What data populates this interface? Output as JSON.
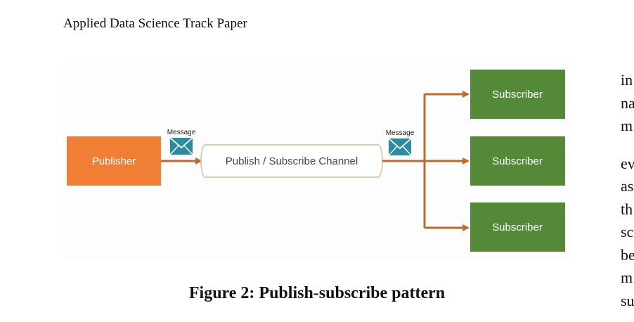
{
  "header": {
    "running_title": "Applied Data Science Track Paper"
  },
  "figure": {
    "publisher_label": "Publisher",
    "channel_label": "Publish / Subscribe Channel",
    "message_label_left": "Message",
    "message_label_right": "Message",
    "subscribers": [
      {
        "label": "Subscriber"
      },
      {
        "label": "Subscriber"
      },
      {
        "label": "Subscriber"
      }
    ],
    "icons": [
      "envelope-icon",
      "envelope-icon"
    ],
    "colors": {
      "publisher": "#f07f35",
      "subscriber": "#548a37",
      "arrow": "#c0692b",
      "envelope": "#2a8ca0",
      "channel_border": "#dcc7a6"
    }
  },
  "caption": {
    "text": "Figure 2: Publish-subscribe pattern"
  },
  "right_column": {
    "fragments_top": [
      "in",
      "na",
      "m"
    ],
    "fragments_bottom": [
      "ev",
      "as",
      "th",
      "sc",
      "be",
      "m",
      "su"
    ]
  }
}
